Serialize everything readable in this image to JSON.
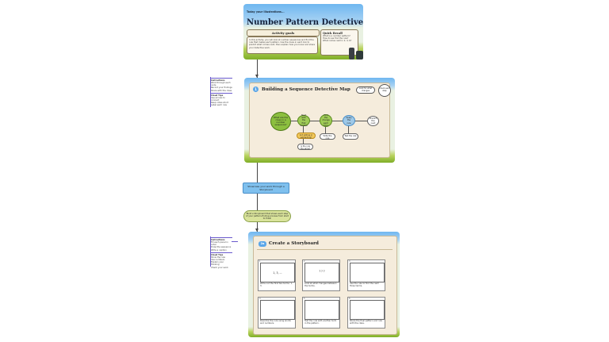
{
  "title_card": {
    "kicker": "Today your Illustrations...",
    "title": "Number Pattern Detectives",
    "goals_heading": "Activity goals",
    "goals_text": "In this activity, you will look at number sequences and find the rule that makes each pattern. Use the clues in each box to predict what comes next, then explain how you know and share your detective work.",
    "quick_heading": "Quick Recall",
    "quick_items": [
      "What is a number pattern?",
      "How do we find the rule?",
      "What comes next in 2, 4, 6?"
    ]
  },
  "map_card": {
    "number": "1",
    "title": "Building a Sequence Detective Map",
    "pill_a": "Look for what changes",
    "pill_b": "Check each step",
    "center_node": "What are the clues in a number sequence?",
    "nodes": [
      "Start with the first number",
      "Find the change each time",
      "Apply the rule",
      "Predict the next"
    ],
    "notes": [
      "Is it adding or subtracting?",
      "Is the rule the same?",
      "Write the rule",
      "Test the rule",
      "Compare with a partner"
    ]
  },
  "middle": {
    "chip_1": "Showcase your work through a Storyboard",
    "chip_2": "Build a Storyboard that shows each step of your pattern-finding process from start to finish"
  },
  "side_notes": [
    {
      "heading": "Instructions",
      "lines": [
        "Work through each node",
        "Record your findings",
        "Share with the class"
      ],
      "heading2": "Cloud Tips",
      "lines2": [
        "Use arrows to connect",
        "Keep notes short",
        "Label each rule"
      ]
    },
    {
      "heading": "Instructions",
      "lines": [
        "Fill each panel in order",
        "Draw the sequence",
        "Write a caption"
      ],
      "heading2": "Cloud Tips",
      "lines2": [
        "Show the rule",
        "Use numbers",
        "Explain your thinking",
        "Check your work"
      ]
    }
  ],
  "storyboard": {
    "number": "2a",
    "title": "Create a Storyboard",
    "panels": [
      {
        "n": "1",
        "content": "1, 3, ...",
        "caption": "Write out the first two terms: 1, 3."
      },
      {
        "n": "2",
        "content": "? ? ?",
        "caption": "Look at what changes between the terms."
      },
      {
        "n": "3",
        "content": "",
        "caption": "Use the rule to find the next three terms."
      },
      {
        "n": "4",
        "content": "",
        "caption": "Describe the rule using words and numbers."
      },
      {
        "n": "5",
        "content": "",
        "caption": "Test the rule with another term in the pattern."
      },
      {
        "n": "6",
        "content": "",
        "caption": "Share the final pattern and rule with the class."
      }
    ]
  }
}
